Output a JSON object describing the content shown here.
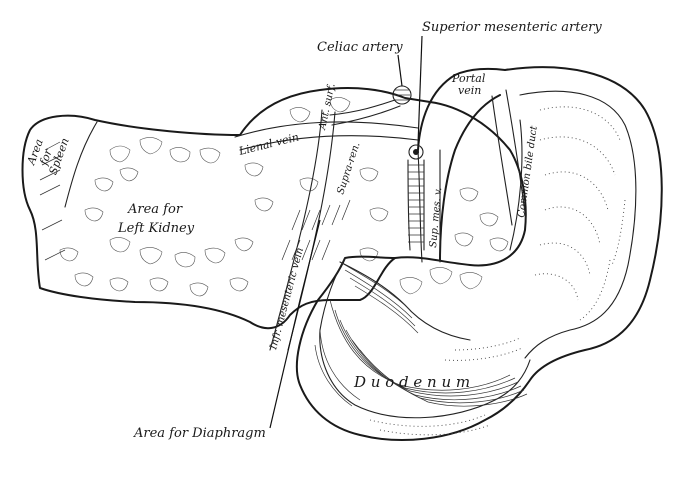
{
  "labels": {
    "superior_mesenteric_artery": "Superior mesenteric artery",
    "celiac_artery": "Celiac artery",
    "portal_vein": [
      "Portal",
      "vein"
    ],
    "area_for_spleen": [
      "Area",
      "for",
      "Spleen"
    ],
    "lienal_vein": "Lienal vein",
    "anterior_surface": "Ant. surf.",
    "area_for_left_kidney": [
      "Area for",
      "Left Kidney"
    ],
    "supra_renal": "Supra-ren.",
    "inferior_mesenteric_vein": "Infr. mesenteric vein",
    "superior_mesenteric_vein": "Sup. mes. v.",
    "common_bile_duct": "Common bile duct",
    "duodenum": "D u o d e n u m",
    "area_for_diaphragm": "Area for Diaphragm"
  },
  "colors": {
    "ink": "#1a1a1a",
    "paper": "#ffffff"
  }
}
